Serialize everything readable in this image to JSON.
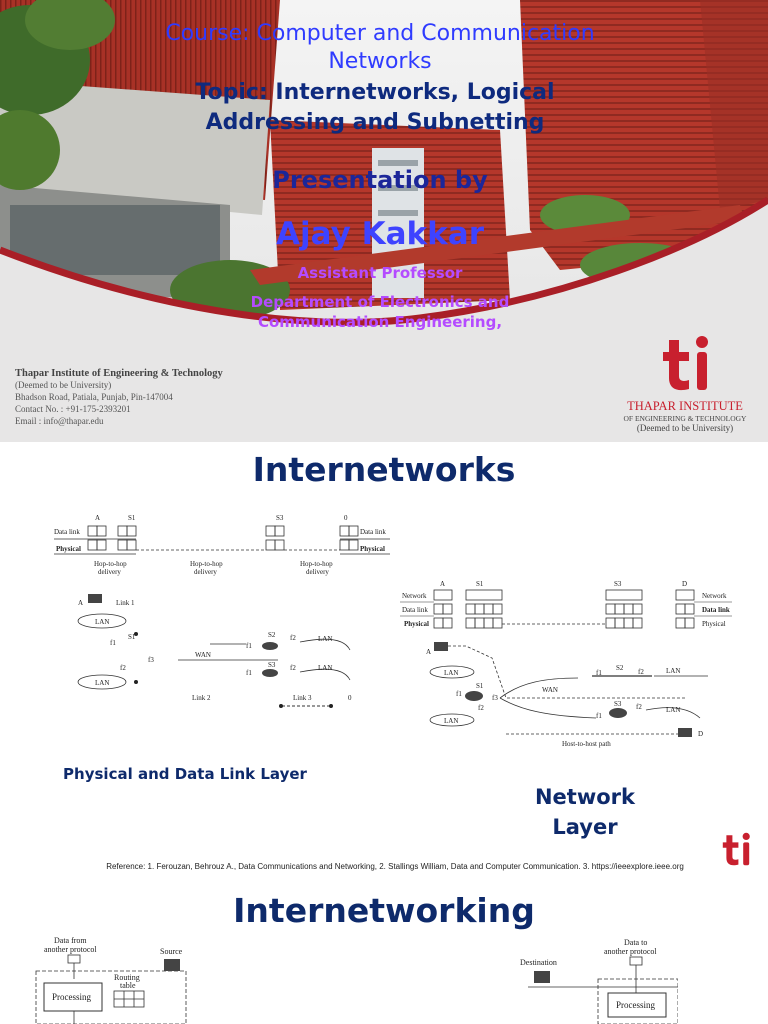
{
  "slide1": {
    "course": "Course: Computer  and Communication Networks",
    "topic": "Topic: Internetworks, Logical Addressing and Subnetting",
    "presented_by": "Presentation by",
    "author": "Ajay Kakkar",
    "role": "Assistant Professor",
    "department": "Department of Electronics and Communication Engineering,",
    "institute": {
      "name": "Thapar Institute of Engineering & Technology",
      "status": "(Deemed to be University)",
      "address": "Bhadson Road, Patiala, Punjab, Pin-147004",
      "contact": "Contact No. : +91-175-2393201",
      "email": "Email : info@thapar.edu"
    },
    "logo": {
      "mark": "ti",
      "title": "THAPAR INSTITUTE",
      "subtitle": "OF ENGINEERING & TECHNOLOGY",
      "status": "(Deemed to be University)"
    },
    "colors": {
      "brand_red": "#c8202e",
      "photo_red": "#b5372b"
    }
  },
  "slide2": {
    "title": "Internetworks",
    "left_caption": "Physical and Data Link Layer",
    "right_caption": "Network Layer",
    "reference": "Reference: 1. Ferouzan, Behrouz A., Data Communications and Networking, 2. Stallings William, Data and Computer Communication. 3. https://ieeexplore.ieee.org",
    "left_diagram": {
      "nodes": {
        "a": "A",
        "s1": "S1",
        "s3": "S3",
        "d": "0",
        "link1": "Link 1",
        "link2": "Link 2",
        "link3": "Link 3",
        "wan": "WAN",
        "lan": "LAN",
        "s2": "S2"
      },
      "layers": {
        "datalink": "Data link",
        "physical": "Physical"
      },
      "ports": {
        "f1": "f1",
        "f2": "f2",
        "f3": "f3"
      },
      "hop": [
        "Hop-to-hop",
        "delivery"
      ]
    },
    "right_diagram": {
      "nodes": {
        "a": "A",
        "s1": "S1",
        "s3": "S3",
        "d": "D",
        "s2": "S2",
        "wan": "WAN",
        "lan": "LAN"
      },
      "layers": {
        "network": "Network",
        "datalink": "Data link",
        "physical": "Physical"
      },
      "ports": {
        "f1": "f1",
        "f2": "f2",
        "f3": "f3"
      },
      "path": "Host-to-host path"
    }
  },
  "slide3": {
    "title": "Internetworking",
    "labels": {
      "data_from": "Data from",
      "another_protocol": "another protocol",
      "source": "Source",
      "routing": "Routing",
      "table": "table",
      "processing": "Processing",
      "data_to": "Data to",
      "destination": "Destination"
    }
  }
}
